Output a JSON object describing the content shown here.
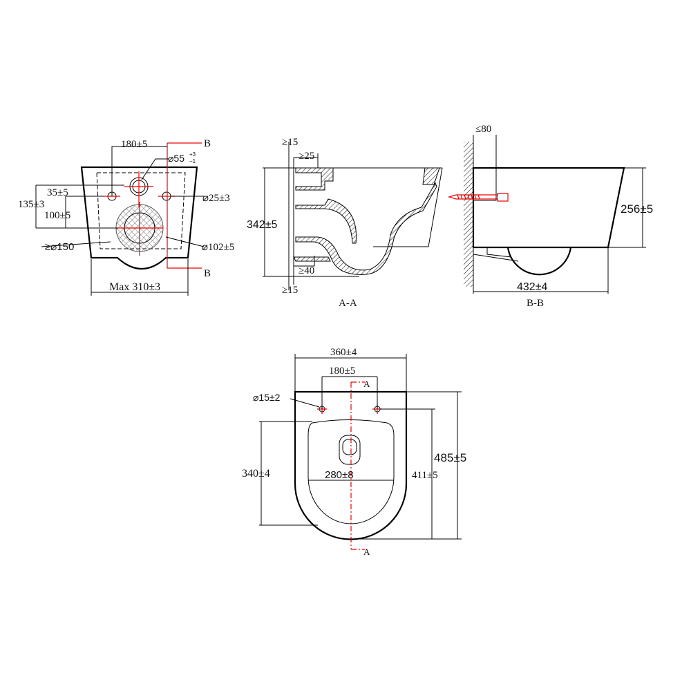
{
  "front_view": {
    "dim_bolt_spacing": "180±5",
    "dim_inlet_diameter": "⌀55",
    "dim_inlet_tol_upper": "+3",
    "dim_inlet_tol_lower": "−1",
    "dim_35": "35±5",
    "dim_135": "135±3",
    "dim_100": "100±5",
    "dim_bolt_hole": "⌀25±3",
    "dim_outlet_min": "≥⌀150",
    "dim_outlet": "⌀102±5",
    "dim_width": "Max 310±3",
    "section_mark_top": "B",
    "section_mark_bottom": "B"
  },
  "section_aa": {
    "dim_top_15": "≥15",
    "dim_25": "≥25",
    "dim_height": "342±5",
    "dim_40": "≥40",
    "dim_bottom_15": "≥15",
    "label": "A-A"
  },
  "section_bb": {
    "dim_80": "≤80",
    "dim_height": "256±5",
    "dim_depth": "432±4",
    "label": "B-B"
  },
  "top_view": {
    "dim_width": "360±4",
    "dim_bolt_spacing": "180±5",
    "dim_hole": "⌀15±2",
    "dim_seat_length": "340±4",
    "dim_seat_width": "280±8",
    "dim_hole_to_front": "411±5",
    "dim_length": "485±5",
    "section_mark_top": "A",
    "section_mark_bottom": "A"
  },
  "colors": {
    "line": "#000000",
    "centerline": "#e00000"
  }
}
